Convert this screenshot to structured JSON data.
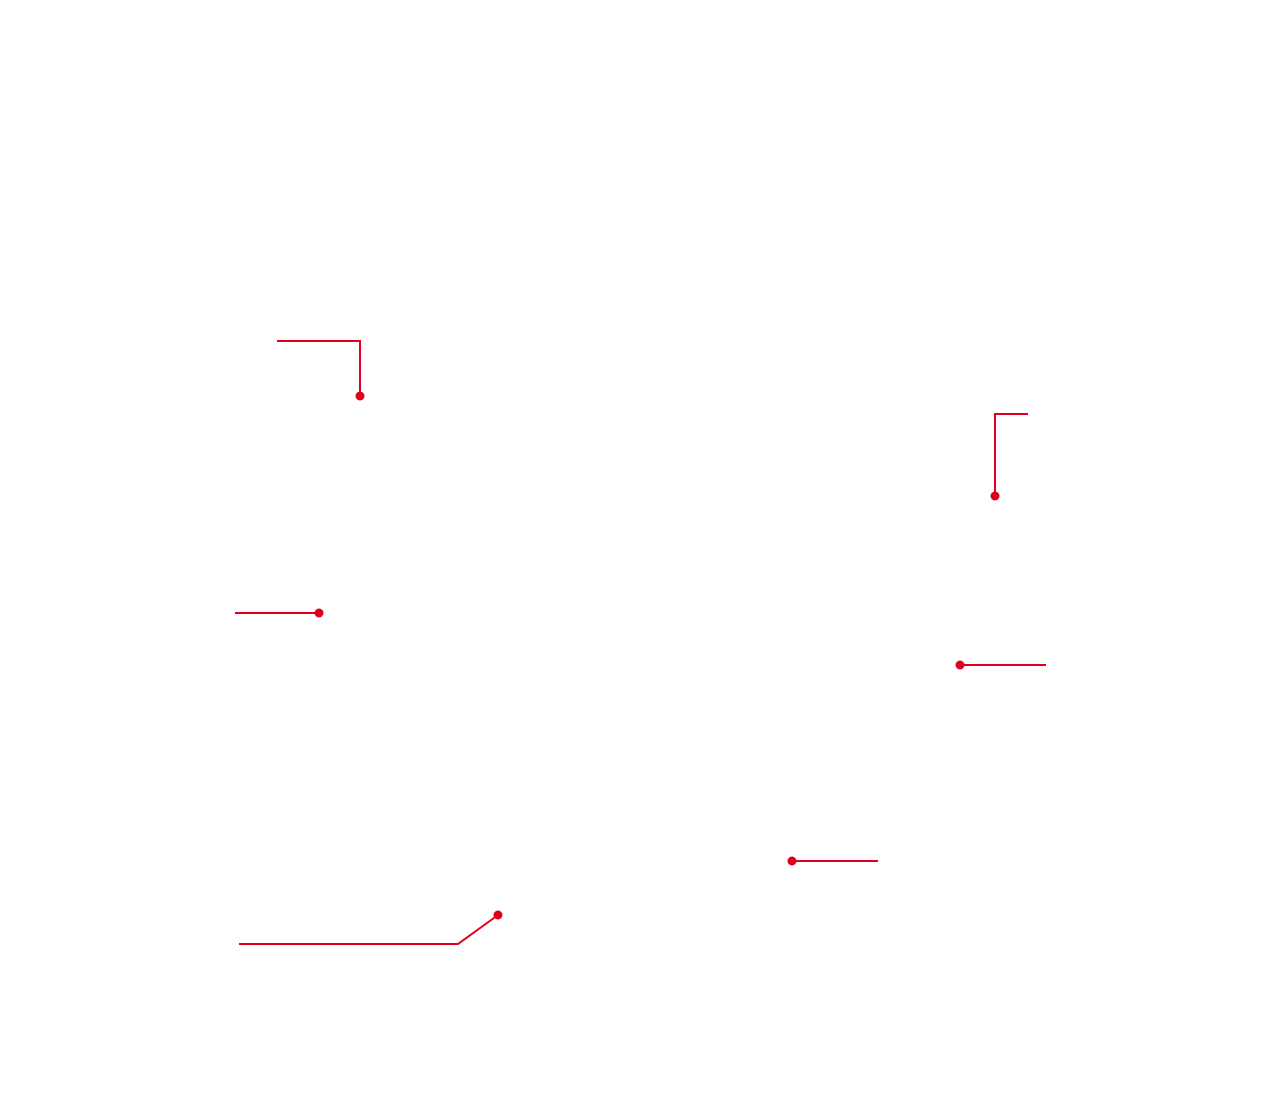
{
  "accent_color": "#e0001b",
  "callouts": [
    {
      "id": "callout-1",
      "text": ""
    },
    {
      "id": "callout-2",
      "text": ""
    },
    {
      "id": "callout-3",
      "text": ""
    },
    {
      "id": "callout-4",
      "text": ""
    },
    {
      "id": "callout-5",
      "text": ""
    },
    {
      "id": "callout-6",
      "text": ""
    }
  ]
}
